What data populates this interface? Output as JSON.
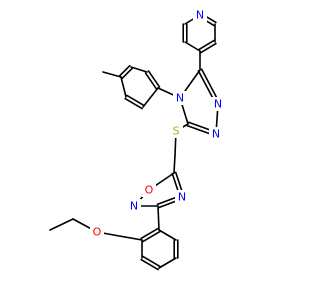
{
  "molecule": {
    "atoms": [
      {
        "id": "n_pyr",
        "label": "N",
        "color": "#0000ff"
      },
      {
        "id": "n_tri4",
        "label": "N",
        "color": "#0000ff"
      },
      {
        "id": "n_tri1",
        "label": "N",
        "color": "#0000ff"
      },
      {
        "id": "n_tri2",
        "label": "N",
        "color": "#0000ff"
      },
      {
        "id": "s_link",
        "label": "S",
        "color": "#b2b200"
      },
      {
        "id": "o_oxa",
        "label": "O",
        "color": "#ff0000"
      },
      {
        "id": "n_oxa2",
        "label": "N",
        "color": "#0000ff"
      },
      {
        "id": "n_oxa4",
        "label": "N",
        "color": "#0000ff"
      },
      {
        "id": "o_ether",
        "label": "O",
        "color": "#ff0000"
      }
    ]
  }
}
